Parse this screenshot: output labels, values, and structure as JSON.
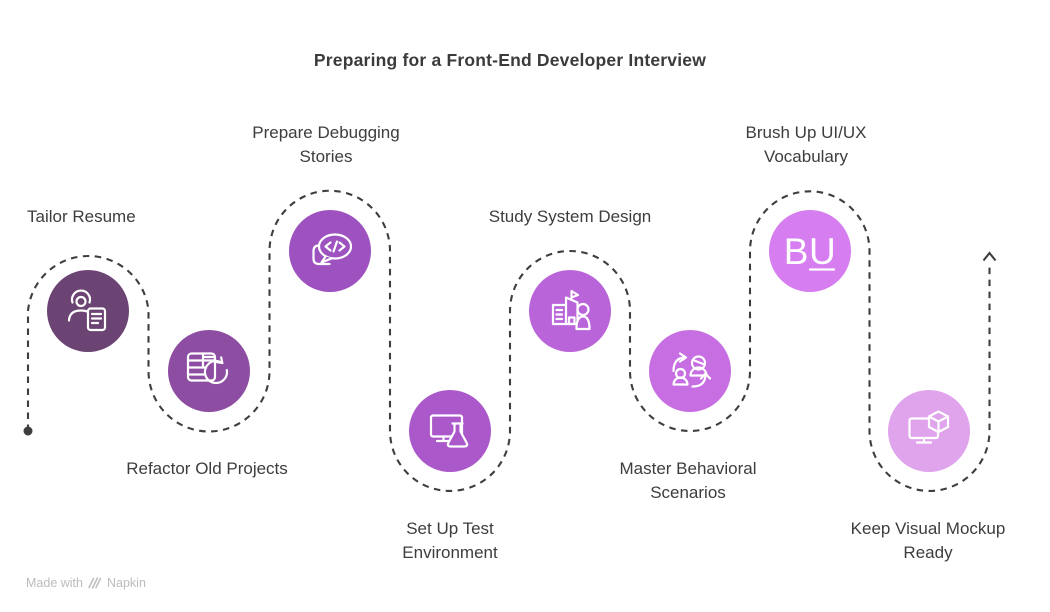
{
  "title": "Preparing for a Front-End Developer Interview",
  "watermark": {
    "prefix": "Made with",
    "brand": "Napkin"
  },
  "path": {
    "color": "#3e3e3e",
    "style": "dashed",
    "start": "dot",
    "end": "arrow-up"
  },
  "steps": [
    {
      "label": "Tailor Resume",
      "color": "#6b4473",
      "icon": "person-resume-icon"
    },
    {
      "label": "Refactor Old Projects",
      "color": "#8c4da2",
      "icon": "table-refresh-icon"
    },
    {
      "label": "Prepare Debugging Stories",
      "color": "#9d52c0",
      "icon": "code-speech-bubble-icon"
    },
    {
      "label": "Set Up Test Environment",
      "color": "#ab58cb",
      "icon": "monitor-flask-icon"
    },
    {
      "label": "Study System Design",
      "color": "#ba64da",
      "icon": "building-person-icon"
    },
    {
      "label": "Master Behavioral Scenarios",
      "color": "#c76fe2",
      "icon": "people-swap-icon"
    },
    {
      "label": "Brush Up UI/UX Vocabulary",
      "color": "#d67df0",
      "icon": "bu-monogram-icon",
      "monogram": "BU"
    },
    {
      "label": "Keep Visual Mockup Ready",
      "color": "#e0a4ec",
      "icon": "monitor-cube-icon"
    }
  ]
}
